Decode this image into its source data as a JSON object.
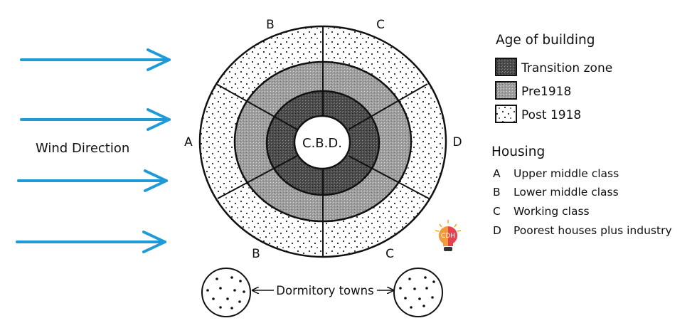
{
  "wind": {
    "label": "Wind Direction",
    "color": "#1e9ad6",
    "arrow_count": 4
  },
  "zones": {
    "cbd": "C.B.D.",
    "sector_labels": {
      "top_left": "B",
      "top_right": "C",
      "left": "A",
      "right": "D",
      "bottom_left": "B",
      "bottom_right": "C"
    }
  },
  "dormitory": {
    "label": "Dormitory towns"
  },
  "legend": {
    "age_title": "Age of building",
    "age_items": [
      {
        "label": "Transition zone",
        "pattern": "dark"
      },
      {
        "label": "Pre1918",
        "pattern": "medium"
      },
      {
        "label": "Post 1918",
        "pattern": "dots"
      }
    ],
    "housing_title": "Housing",
    "housing_items": [
      {
        "key": "A",
        "label": "Upper middle class"
      },
      {
        "key": "B",
        "label": "Lower middle class"
      },
      {
        "key": "C",
        "label": "Working class"
      },
      {
        "key": "D",
        "label": "Poorest houses plus industry"
      }
    ]
  },
  "logo": {
    "text": "CDH"
  }
}
